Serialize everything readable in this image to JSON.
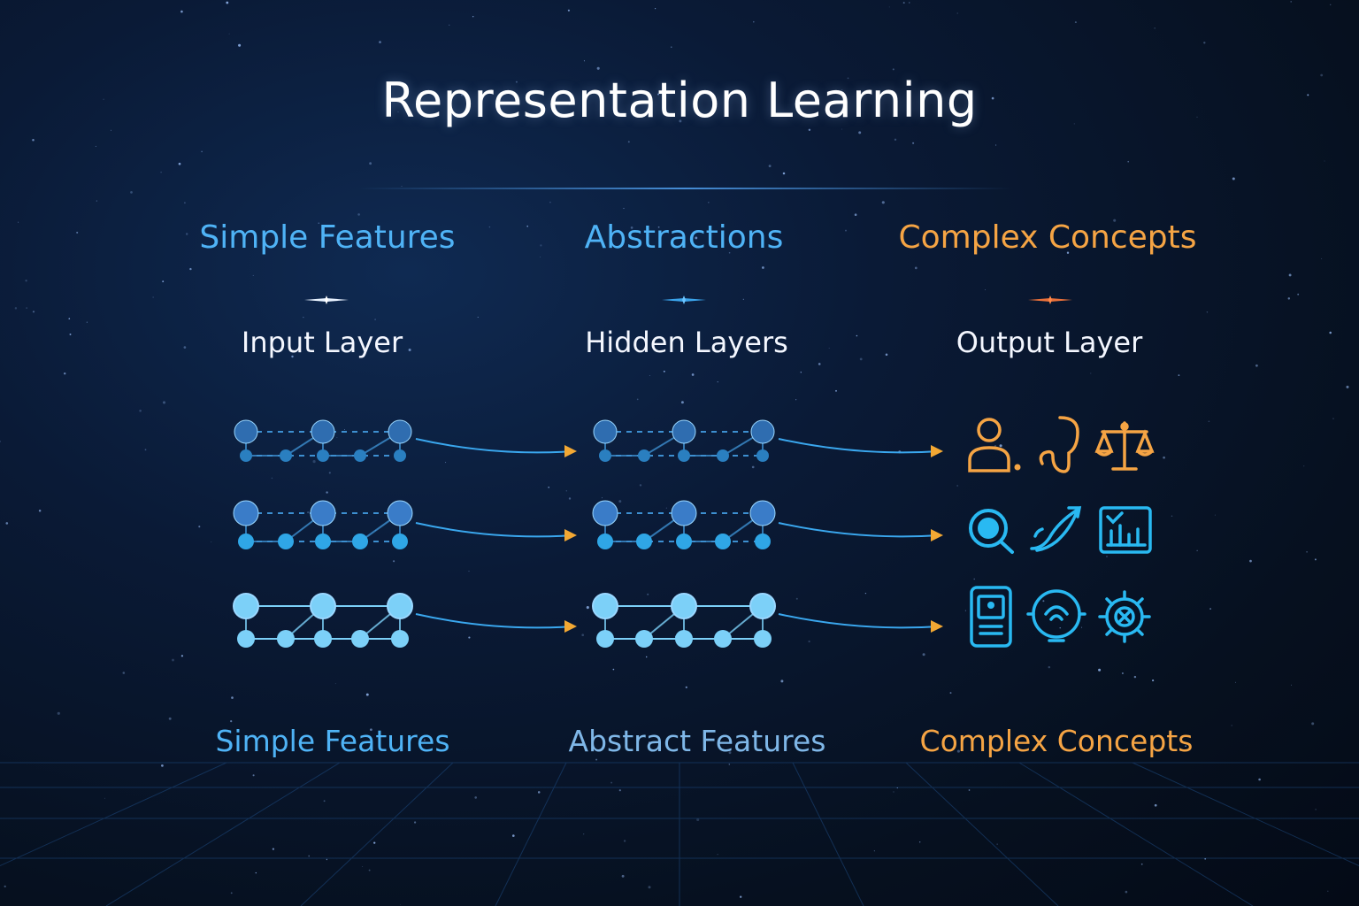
{
  "title": "Representation Learning",
  "columns": [
    {
      "heading": "Simple Features",
      "layer": "Input Layer",
      "footer": "Simple Features"
    },
    {
      "heading": "Abstractions",
      "layer": "Hidden Layers",
      "footer": "Abstract Features"
    },
    {
      "heading": "Complex Concepts",
      "layer": "Output Layer",
      "footer": "Complex Concepts"
    }
  ],
  "colors": {
    "background": "#06101f",
    "blue_heading": "#4fb3f6",
    "blue_soft": "#7fb7e8",
    "orange": "#f5a444",
    "arrow_head": "#f3a833",
    "node_dark": "#2f6db0",
    "node_light": "#7cd0f8"
  },
  "output_icons": [
    [
      "person-icon",
      "stethoscope-icon",
      "scales-icon"
    ],
    [
      "search-icon",
      "rocket-icon",
      "bar-chart-icon"
    ],
    [
      "phone-icon",
      "globe-icon",
      "gear-icon"
    ]
  ]
}
